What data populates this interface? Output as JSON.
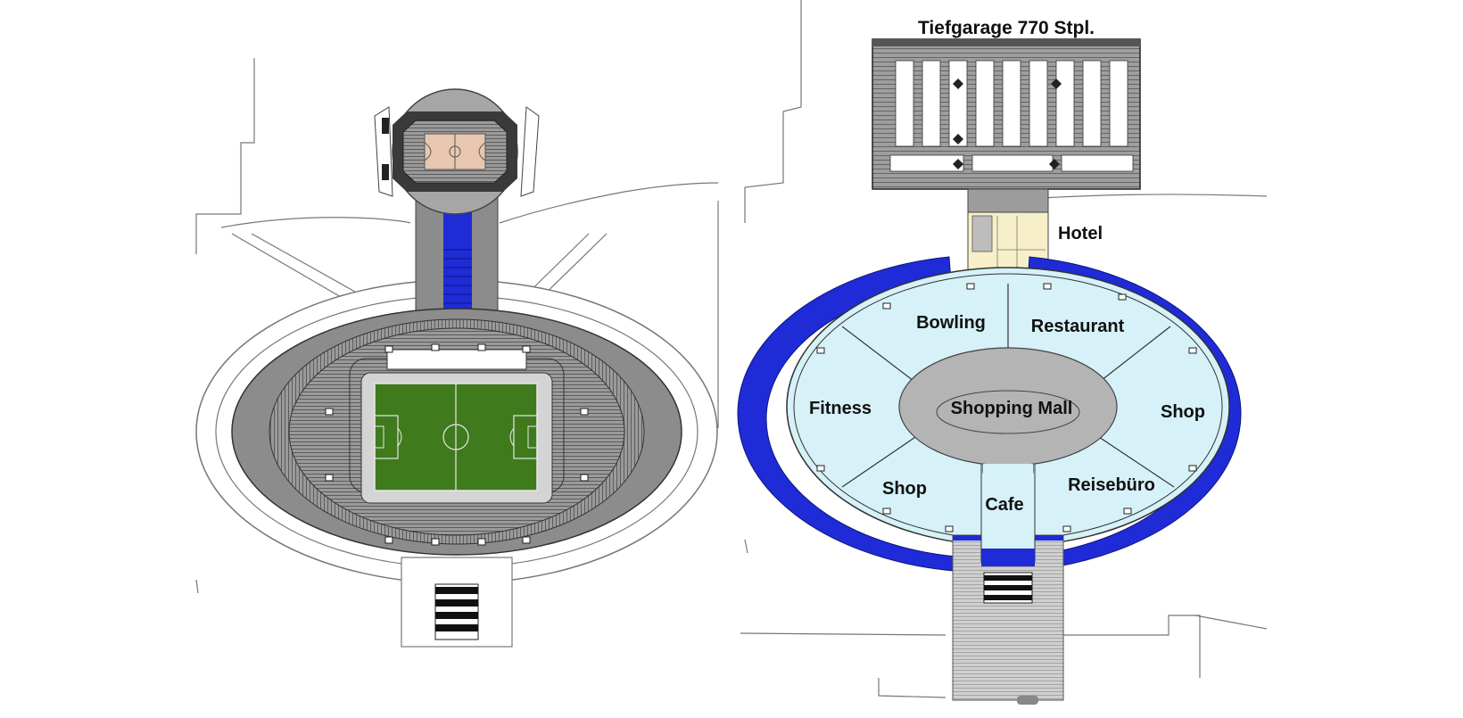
{
  "labels": {
    "garage": "Tiefgarage 770 Stpl.",
    "hotel": "Hotel",
    "bowling": "Bowling",
    "restaurant": "Restaurant",
    "fitness": "Fitness",
    "shopping_mall": "Shopping Mall",
    "shop_right": "Shop",
    "shop_left": "Shop",
    "reisebuero": "Reisebüro",
    "cafe": "Cafe"
  },
  "colors": {
    "concourse_blue": "#1f2bd6",
    "pitch_green": "#3f7a1c",
    "zone_fill": "#d6f1f8",
    "mall_grey": "#b4b4b4",
    "stand_grey": "#8c8c8c",
    "court_fill": "#e8c7b0",
    "hotel_fill": "#f6efc9",
    "accent_orange": "#e39a3a"
  }
}
